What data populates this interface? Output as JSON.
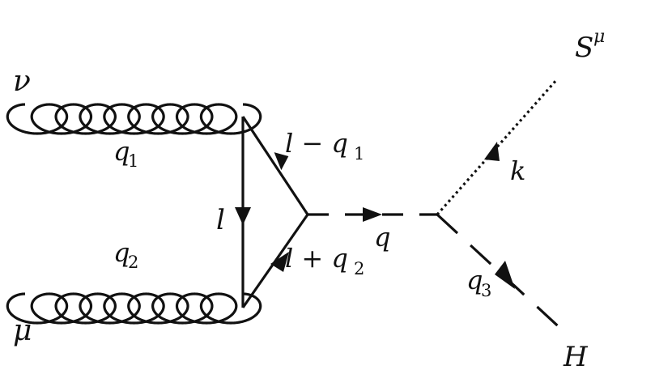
{
  "labels": {
    "nu": "ν",
    "mu": "μ",
    "q1": "q",
    "q1_sub": "1",
    "q2": "q",
    "q2_sub": "2",
    "l": "l",
    "l_minus_q1": "l − q",
    "l_minus_q1_sub": "1",
    "l_plus_q2": "l + q",
    "l_plus_q2_sub": "2",
    "q": "q",
    "k": "k",
    "q3": "q",
    "q3_sub": "3",
    "S": "S",
    "S_sup": "μ",
    "H": "H"
  },
  "colors": {
    "ink": "#111111",
    "background": "#ffffff"
  }
}
